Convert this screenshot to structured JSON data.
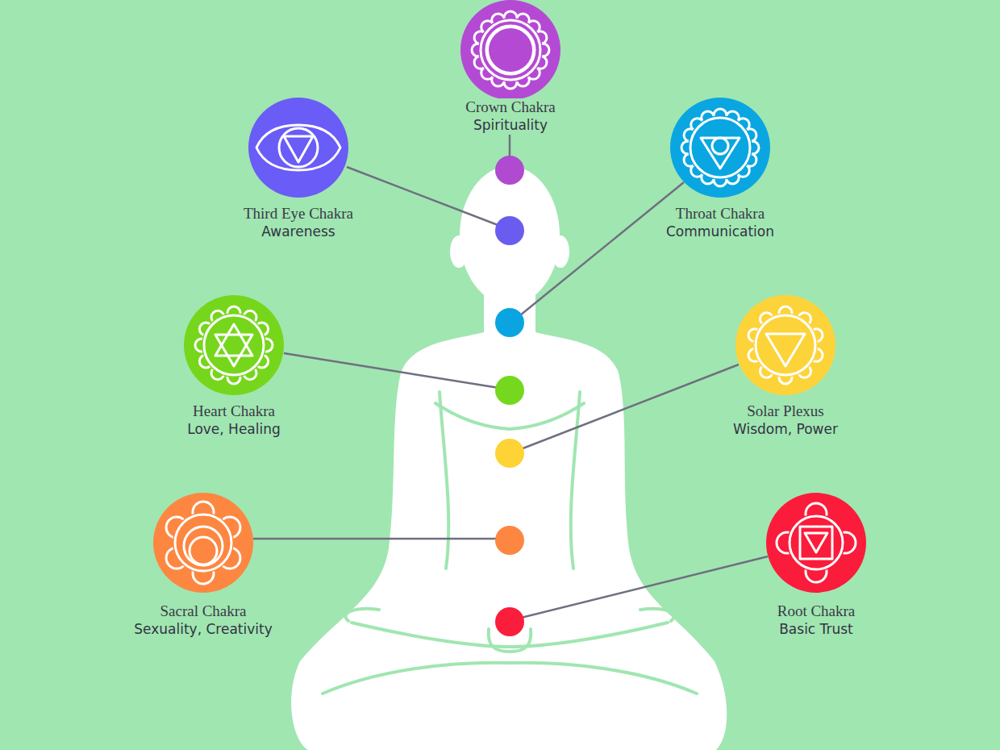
{
  "diagram": {
    "nodes": [
      {
        "text": [
          "Crown Chakra",
          "Spirituality"
        ]
      },
      {
        "text": [
          "Third Eye Chakra",
          "Awareness"
        ]
      },
      {
        "text": [
          "Throat Chakra",
          "Communication"
        ]
      },
      {
        "text": [
          "Heart Chakra",
          "Love, Healing"
        ]
      },
      {
        "text": [
          "Solar Plexus",
          "Wisdom, Power"
        ]
      },
      {
        "text": [
          "Sacral Chakra",
          "Sexuality, Creativity"
        ]
      },
      {
        "text": [
          "Root Chakra",
          "Basic Trust"
        ]
      }
    ]
  }
}
